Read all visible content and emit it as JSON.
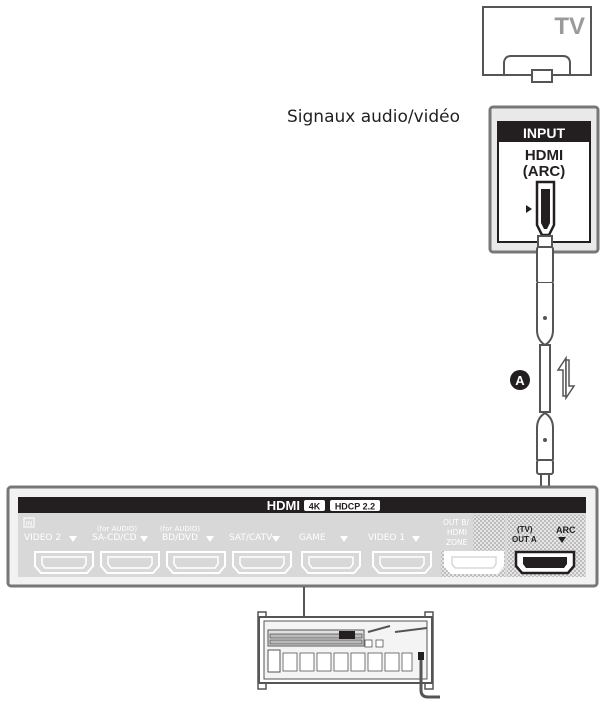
{
  "tv": {
    "label": "TV"
  },
  "signal_label": "Signaux audio/vidéo",
  "tv_port": {
    "panel_title": "INPUT",
    "port_line1": "HDMI",
    "port_line2": "(ARC)"
  },
  "cable_marker": "A",
  "receiver_panel": {
    "header": "HDMI",
    "badge_4k": "4K",
    "badge_hdcp": "HDCP 2.2",
    "in_label": "IN",
    "inputs": [
      {
        "sub": "",
        "label": "VIDEO 2"
      },
      {
        "sub": "(for AUDIO)",
        "label": "SA-CD/CD"
      },
      {
        "sub": "(for AUDIO)",
        "label": "BD/DVD"
      },
      {
        "sub": "",
        "label": "SAT/CATV"
      },
      {
        "sub": "",
        "label": "GAME"
      },
      {
        "sub": "",
        "label": "VIDEO 1"
      }
    ],
    "out_b_lines": [
      "OUT B/",
      "HDMI",
      "ZONE"
    ],
    "out_a_tv": "(TV)",
    "out_a_label": "OUT A",
    "arc_label": "ARC"
  },
  "colors": {
    "line": "#555555",
    "panel_dark": "#231f20",
    "panel_grey": "#d8d8d8",
    "faded_text": "#ffffff"
  }
}
